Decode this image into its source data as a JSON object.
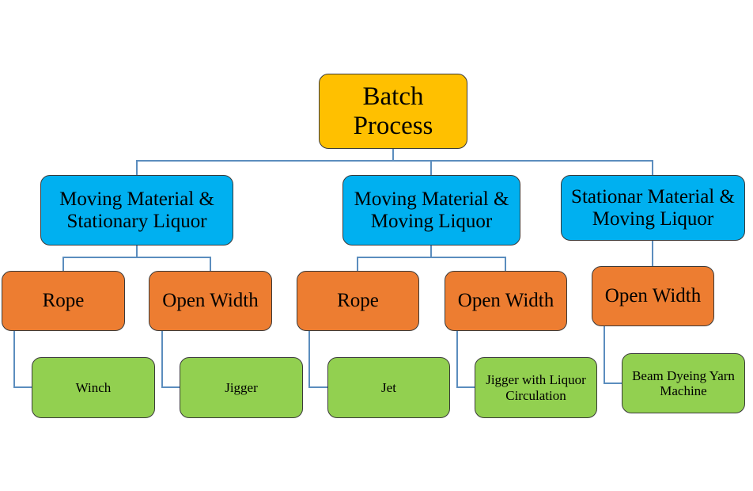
{
  "diagram": {
    "root": {
      "label": "Batch Process"
    },
    "categories": [
      {
        "label": "Moving Material & Stationary Liquor"
      },
      {
        "label": "Moving Material & Moving Liquor"
      },
      {
        "label": "Stationar Material & Moving Liquor"
      }
    ],
    "types": [
      {
        "label": "Rope"
      },
      {
        "label": "Open Width"
      },
      {
        "label": "Rope"
      },
      {
        "label": "Open Width"
      },
      {
        "label": "Open Width"
      }
    ],
    "machines": [
      {
        "label": "Winch"
      },
      {
        "label": "Jigger"
      },
      {
        "label": "Jet"
      },
      {
        "label": "Jigger with Liquor Circulation"
      },
      {
        "label": "Beam Dyeing Yarn Machine"
      }
    ],
    "colors": {
      "root_fill": "#FFC000",
      "category_fill": "#00B0F0",
      "type_fill": "#ED7D31",
      "machine_fill": "#92D050",
      "connector": "#5B8DBE",
      "border": "#3a3a3a"
    }
  }
}
